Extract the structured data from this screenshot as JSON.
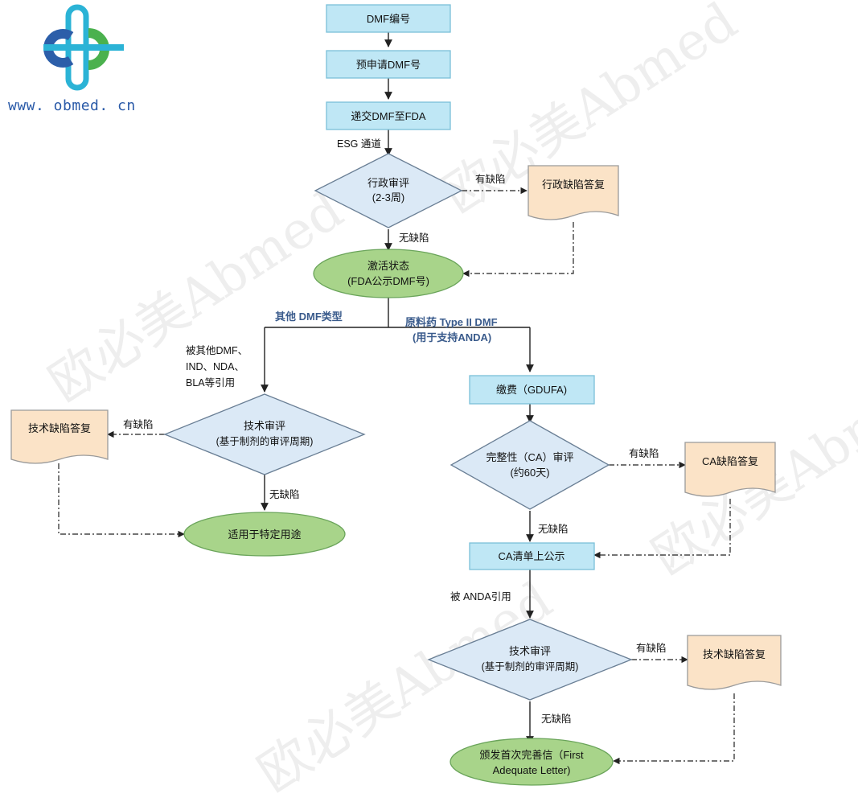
{
  "logo": {
    "url": "www. obmed. cn"
  },
  "watermark": "欧必美Abmed",
  "colors": {
    "process_fill": "#bfe7f5",
    "process_stroke": "#7bbfd8",
    "decision_fill": "#dbe9f6",
    "decision_stroke": "#6a7f95",
    "ellipse_fill": "#a8d48a",
    "ellipse_stroke": "#6aa45a",
    "doc_fill": "#fbe3c7",
    "doc_stroke": "#9a9a9a",
    "branch_label": "#3a5b8c"
  },
  "nodes": {
    "dmf_number": "DMF编号",
    "pre_apply": "预申请DMF号",
    "submit": "递交DMF至FDA",
    "admin_review_1": "行政审评",
    "admin_review_2": "(2-3周)",
    "admin_reply": "行政缺陷答复",
    "active_1": "激活状态",
    "active_2": "(FDA公示DMF号)",
    "tech_review_left_1": "技术审评",
    "tech_review_left_2": "(基于制剂的审评周期)",
    "tech_reply_left": "技术缺陷答复",
    "specific_use": "适用于特定用途",
    "fee": "缴费（GDUFA)",
    "ca_review_1": "完整性（CA）审评",
    "ca_review_2": "(约60天)",
    "ca_reply": "CA缺陷答复",
    "ca_list": "CA清单上公示",
    "tech_review_right_1": "技术审评",
    "tech_review_right_2": "(基于制剂的审评周期)",
    "tech_reply_right": "技术缺陷答复",
    "first_adequate_1": "颁发首次完善信（First",
    "first_adequate_2": "Adequate Letter)"
  },
  "labels": {
    "esg": "ESG 通道",
    "defect_admin": "有缺陷",
    "no_defect_admin": "无缺陷",
    "branch_other": "其他 DMF类型",
    "branch_type2_1": "原料药 Type II DMF",
    "branch_type2_2": "(用于支持ANDA)",
    "referenced_1": "被其他DMF、",
    "referenced_2": "IND、NDA、",
    "referenced_3": "BLA等引用",
    "defect_left": "有缺陷",
    "no_defect_left": "无缺陷",
    "defect_ca": "有缺陷",
    "no_defect_ca": "无缺陷",
    "anda_ref": "被 ANDA引用",
    "defect_right": "有缺陷",
    "no_defect_right": "无缺陷"
  }
}
